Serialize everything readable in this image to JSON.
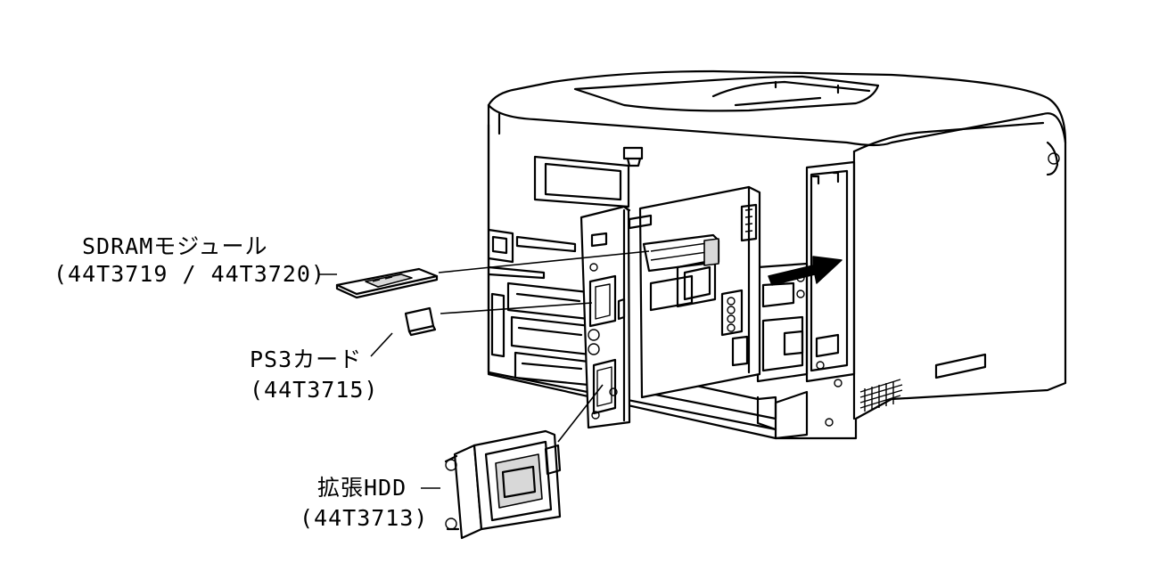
{
  "labels": {
    "sdram_name": "SDRAMモジュール",
    "sdram_part": "(44T3719 / 44T3720)",
    "ps3_name": "PS3カード",
    "ps3_part": "(44T3715)",
    "hdd_name": "拡張HDD",
    "hdd_part": "(44T3713)"
  }
}
